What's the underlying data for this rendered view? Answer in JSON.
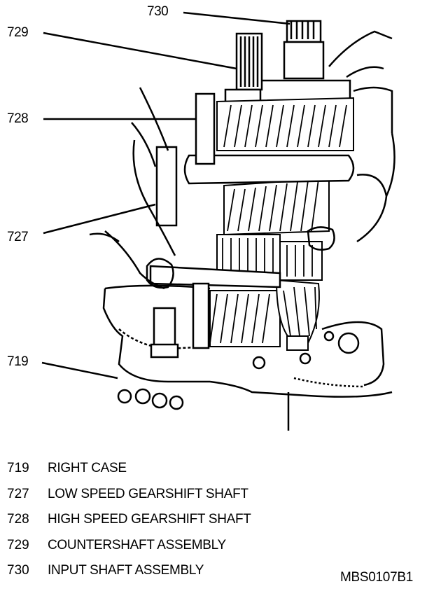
{
  "callouts": [
    {
      "number": "730"
    },
    {
      "number": "729"
    },
    {
      "number": "728"
    },
    {
      "number": "727"
    },
    {
      "number": "719"
    }
  ],
  "legend": [
    {
      "number": "719",
      "text": "RIGHT CASE"
    },
    {
      "number": "727",
      "text": "LOW SPEED GEARSHIFT SHAFT"
    },
    {
      "number": "728",
      "text": "HIGH SPEED GEARSHIFT SHAFT"
    },
    {
      "number": "729",
      "text": "COUNTERSHAFT ASSEMBLY"
    },
    {
      "number": "730",
      "text": "INPUT SHAFT ASSEMBLY"
    }
  ],
  "figure_code": "MBS0107B1"
}
